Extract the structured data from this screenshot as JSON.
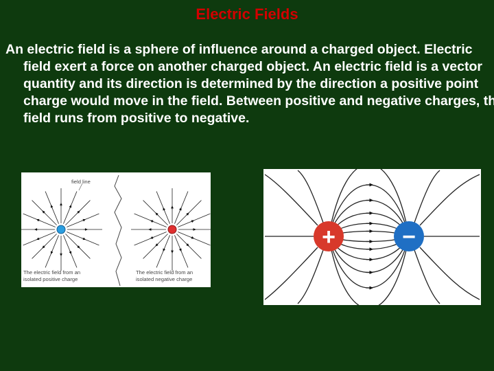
{
  "slide": {
    "title": "Electric Fields",
    "body": "An electric field is a sphere of influence around a charged object.  Electric field exert a force on another charged object.  An electric field is a vector quantity and its direction is determined by the direction a positive point charge would move in the field.  Between positive and negative charges, the field runs from positive to negative."
  },
  "figures": {
    "isolated": {
      "field_line_label": "field line",
      "caption_positive_1": "The electric field from an",
      "caption_positive_2": "isolated positive charge",
      "caption_negative_1": "The electric field from an",
      "caption_negative_2": "isolated negative charge",
      "positive_color": "#2a9ee0",
      "negative_color": "#e03030"
    },
    "dipole": {
      "positive_symbol": "+",
      "negative_symbol": "−",
      "positive_color": "#d8392b",
      "negative_color": "#1f6fc4"
    }
  }
}
